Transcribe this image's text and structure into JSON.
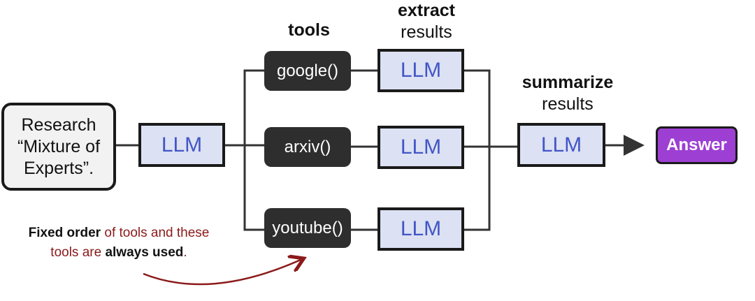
{
  "query": {
    "lines": [
      "Research",
      "“Mixture of",
      "Experts”."
    ]
  },
  "router_llm": "LLM",
  "tools_heading": "tools",
  "extract_heading": {
    "bold": "extract",
    "normal": "results"
  },
  "summarize_heading": {
    "bold": "summarize",
    "normal": "results"
  },
  "tools": [
    {
      "label": "google()",
      "llm": "LLM"
    },
    {
      "label": "arxiv()",
      "llm": "LLM"
    },
    {
      "label": "youtube()",
      "llm": "LLM"
    }
  ],
  "summarize_llm": "LLM",
  "answer": "Answer",
  "note": {
    "bold_start": "Fixed order",
    "middle": " of tools and these",
    "line2_start": "tools are ",
    "bold_end": "always used",
    "end": "."
  },
  "colors": {
    "llm_text": "#4256c6",
    "llm_fill": "#dce1f3",
    "tool_fill": "#2e2e2e",
    "answer_fill": "#9d3fd3",
    "note_red": "#8b1a1a"
  }
}
